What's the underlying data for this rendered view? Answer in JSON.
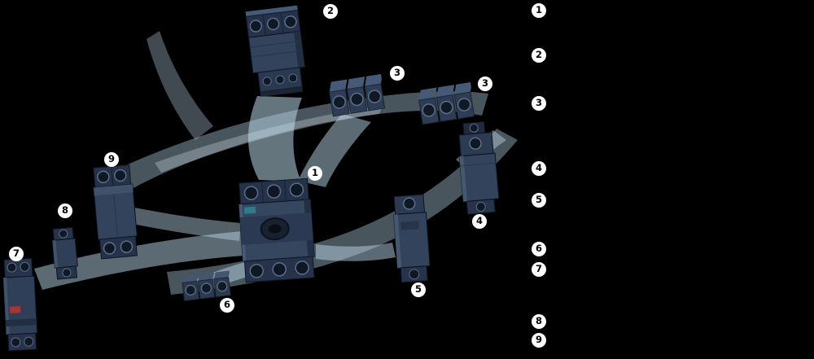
{
  "colors": {
    "background": "#000000",
    "ribbon": "#b7d5e5",
    "ribbon_highlight": "#d7e9f2",
    "device_body": "#33435c",
    "device_dark": "#25324a",
    "device_light": "#465976",
    "red_indicator": "#a83434",
    "callout_bg": "#ffffff",
    "callout_text": "#000000"
  },
  "callouts": [
    {
      "label": "1"
    },
    {
      "label": "2"
    },
    {
      "label": "3"
    },
    {
      "label": "3"
    },
    {
      "label": "4"
    },
    {
      "label": "5"
    },
    {
      "label": "6"
    },
    {
      "label": "7"
    },
    {
      "label": "8"
    },
    {
      "label": "9"
    }
  ],
  "legend": {
    "items": [
      {
        "label": "1"
      },
      {
        "label": "2"
      },
      {
        "label": "3"
      },
      {
        "label": "4"
      },
      {
        "label": "5"
      },
      {
        "label": "6"
      },
      {
        "label": "7"
      },
      {
        "label": "8"
      },
      {
        "label": "9"
      }
    ]
  }
}
